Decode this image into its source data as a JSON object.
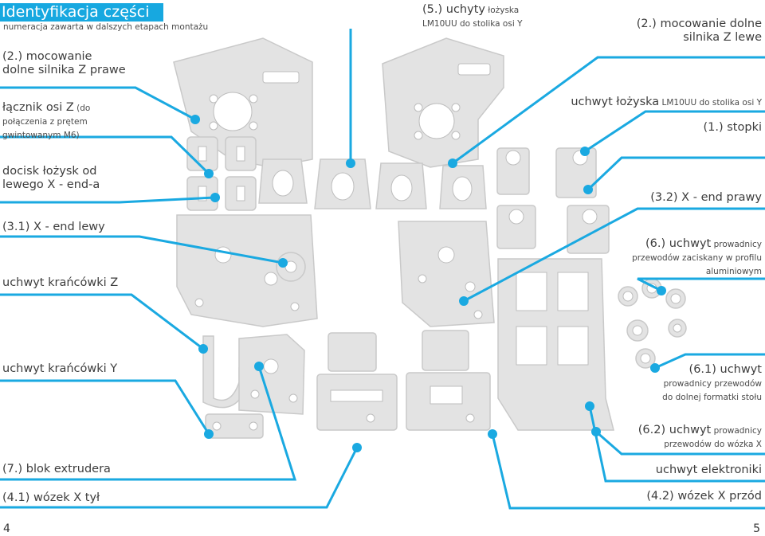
{
  "heading": {
    "title": "Identyfikacja części",
    "subtitle": "numeracja zawarta w dalszych etapach montażu"
  },
  "left_labels": [
    {
      "main": "(2.) mocowanie",
      "main2": "dolne silnika Z prawe"
    },
    {
      "main": "łącznik osi Z",
      "note": " (do",
      "note2": "połączenia z prętem",
      "note3": "gwintowanym M6)"
    },
    {
      "main": "docisk łożysk od",
      "main2": "lewego X - end-a"
    },
    {
      "main": "(3.1) X - end lewy"
    },
    {
      "main": "uchwyt krańcówki Z"
    },
    {
      "main": "uchwyt krańcówki Y"
    },
    {
      "main": "(7.) blok extrudera"
    },
    {
      "main": "(4.1) wózek X tył"
    }
  ],
  "top_label": {
    "main": "(5.) uchyty",
    "note": " łożyska",
    "note2": "LM10UU do stolika osi Y"
  },
  "right_labels": [
    {
      "main": "(2.) mocowanie dolne",
      "main2": "silnika Z lewe"
    },
    {
      "main": "uchwyt łożyska",
      "note": " LM10UU do stolika osi Y"
    },
    {
      "main": "(1.) stopki"
    },
    {
      "main": "(3.2) X - end prawy"
    },
    {
      "main": "(6.) uchwyt",
      "note": " prowadnicy",
      "note2": "przewodów zaciskany w profilu",
      "note3": "aluminiowym"
    },
    {
      "main": "(6.1) uchwyt",
      "note2": "prowadnicy przewodów",
      "note3": "do dolnej formatki stołu"
    },
    {
      "main": "(6.2) uchwyt",
      "note": " prowadnicy",
      "note2": "przewodów do wózka X"
    },
    {
      "main": "uchwyt elektroniki"
    },
    {
      "main": "(4.2) wózek X przód"
    }
  ],
  "page_numbers": {
    "left": "4",
    "right": "5"
  },
  "colors": {
    "accent": "#17a8e0",
    "part": "#e3e3e3"
  }
}
